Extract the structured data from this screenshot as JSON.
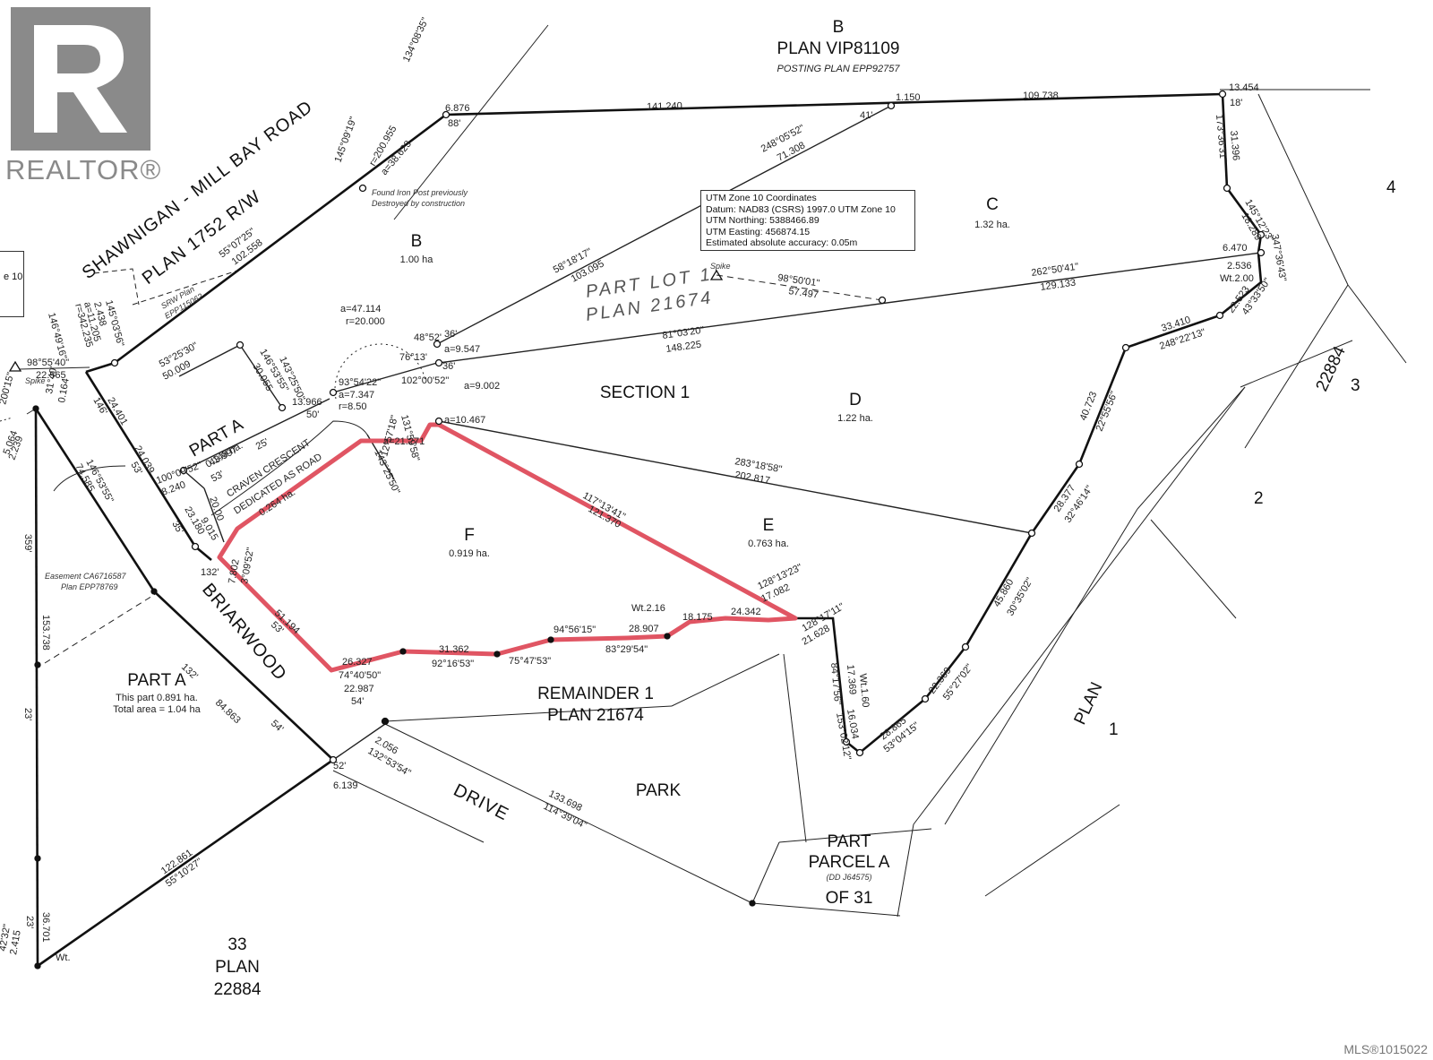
{
  "watermark": {
    "brand": "REALTOR®",
    "logo_letter": "R",
    "mls": "MLS®1015022"
  },
  "colors": {
    "highlight": "#e05563",
    "lines": "#111111",
    "logo": "#8a8a8a"
  },
  "utm": {
    "title": "UTM Zone 10 Coordinates",
    "datum": "Datum: NAD83 (CSRS) 1997.0 UTM Zone 10",
    "northing": "UTM Northing:  5388466.89",
    "easting": "UTM Easting:  456874.15",
    "accuracy": "Estimated absolute accuracy: 0.05m"
  },
  "left_box_text": "e 10",
  "labels": {
    "b_top": "B",
    "plan_vip": "PLAN VIP81109",
    "posting": "POSTING PLAN EPP92757",
    "road1": "SHAWNIGAN - MILL BAY ROAD",
    "road2": "PLAN 1752 R/W",
    "found_post1": "Found Iron Post previously",
    "found_post2": "Destroyed by construction",
    "lot_b": "B",
    "lot_b_area": "1.00 ha",
    "lot_c": "C",
    "lot_c_area": "1.32 ha.",
    "lot_d": "D",
    "lot_d_area": "1.22 ha.",
    "lot_e": "E",
    "lot_e_area": "0.763 ha.",
    "lot_f": "F",
    "lot_f_area": "0.919 ha.",
    "part_lot1": "PART LOT 1",
    "plan_21674": "PLAN  21674",
    "section": "SECTION  1",
    "part_a": "PART A",
    "part_a_area": "0.148 ha.",
    "craven1": "CRAVEN CRESCENT",
    "craven2": "DEDICATED AS ROAD",
    "craven3": "0.264 ha.",
    "srw1": "SRW Plan",
    "srw2": "EPP115062",
    "remainder1": "REMAINDER 1",
    "remainder2": "PLAN 21674",
    "park": "PARK",
    "briarwood": "BRIARWOOD",
    "drive": "DRIVE",
    "part_a2": "PART A",
    "part_a2_line1": "This part 0.891 ha.",
    "part_a2_line2": "Total area = 1.04 ha",
    "easement1": "Easement CA6716587",
    "easement2": "Plan EPP78769",
    "part_parcel1": "PART",
    "part_parcel2": "PARCEL A",
    "part_parcel3": "(DD J64575)",
    "part_parcel4": "OF 31",
    "plan_word": "PLAN",
    "plan_num": "1",
    "lot33_1": "33",
    "lot33_2": "PLAN",
    "lot33_3": "22884",
    "n4": "4",
    "n22884": "22884",
    "n3": "3",
    "n2": "2",
    "spike1": "Spike",
    "spike2": "Spike"
  },
  "dims": {
    "d1": "141.240",
    "d2": "41'",
    "d3": "1.150",
    "d4": "109.738",
    "d5": "13.454",
    "d6": "18'",
    "d7": "6.876",
    "d8": "88'",
    "d9": "134°08'35\"",
    "d10": "145°09'19\"",
    "d11": "r=200.955",
    "d12": "a=38.623",
    "d13": "248°05'52\"",
    "d14": "71.308",
    "d15": "58°18'17\"",
    "d16": "103.095",
    "d17": "55°07'25\"",
    "d18": "102.558",
    "d19": "98°50'01\"",
    "d20": "57.497",
    "d21": "262°50'41\"",
    "d22": "129.133",
    "d23": "81°03'20\"",
    "d24": "148.225",
    "d25": "283°18'58\"",
    "d26": "202.817",
    "d27": "117°13'41\"",
    "d28": "121.370",
    "d29": "173°36'31\"",
    "d30": "31.396",
    "d31": "145°12'23\"",
    "d32": "18.289",
    "d33": "6.470",
    "d34": "2.536",
    "d35": "Wt.2.00",
    "d36": "347°36'43\"",
    "d37": "22.523",
    "d38": "43°33'50\"",
    "d39": "33.410",
    "d40": "248°22'13\"",
    "d41": "40.723",
    "d42": "22°55'56\"",
    "d43": "28.377",
    "d44": "32°46'14\"",
    "d45": "45.860",
    "d46": "30°35'02\"",
    "d47": "22.369",
    "d48": "55°27'02\"",
    "d49": "28.865",
    "d50": "53°04'15\"",
    "d51": "16.034",
    "d52": "153°02'12\"",
    "d53": "17.369",
    "d54": "84°17'56\"",
    "d55": "Wt.1.60",
    "d56": "128°17'11\"",
    "d57": "21.628",
    "d58": "128°13'23\"",
    "d59": "17.082",
    "d60": "24.342",
    "d61": "18.175",
    "d62": "28.907",
    "d63": "Wt.2.16",
    "d64": "94°56'15\"",
    "d65": "83°29'54\"",
    "d66": "75°47'53\"",
    "d67": "31.362",
    "d68": "92°16'53\"",
    "d69": "26.327",
    "d70": "74°40'50\"",
    "d71": "51.194",
    "d72": "53'",
    "d73": "7.802",
    "d74": "3°09'52\"",
    "d75": "132'",
    "d76": "a=47.114",
    "d77": "r=20.000",
    "d78": "36'",
    "d79": "48°52'",
    "d80": "a=9.547",
    "d81": "76°13'",
    "d82": "36'",
    "d83": "102°00'52\"",
    "d84": "a=9.002",
    "d85": "131°59'58\"",
    "d86": "a=10.467",
    "d87": "93°54'22\"",
    "d88": "a=7.347",
    "d89": "r=8.50",
    "d90": "a=21.271",
    "d91": "12°57'18\"",
    "d92": "143°25'50\"",
    "d93": "146°53'55\"",
    "d94": "30.055",
    "d95": "13.966",
    "d96": "50'",
    "d97": "53°25'30\"",
    "d98": "50.009",
    "d99": "143°25'50\"",
    "d100": "43.997",
    "d101": "25'",
    "d102": "53'",
    "d103": "100°09'52\"",
    "d104": "8.240",
    "d105": "20.00",
    "d106": "23.180",
    "d107": "35'",
    "d108": "9.015",
    "d109": "24.401",
    "d110": "146'",
    "d111": "24.039",
    "d112": "53'",
    "d113": "145°03'56\"",
    "d114": "2.438",
    "d115": "a=11.205",
    "d116": "r=342.235",
    "d117": "146°49'16\"",
    "d118": "98°55'40\"",
    "d119": "22.565",
    "d120": "146°53'55\"",
    "d121": "74.585",
    "d122": "31°40'",
    "d123": "0.164",
    "d124": "359'",
    "d125": "153.738",
    "d126": "23'",
    "d127": "36.701",
    "d128": "23'",
    "d129": "122.861",
    "d130": "55°10'27\"",
    "d131": "22.987",
    "d132": "54'",
    "d133": "84.863",
    "d134": "54'",
    "d135": "132'",
    "d136": "2.056",
    "d137": "132°53'54\"",
    "d138": "52'",
    "d139": "6.139",
    "d140": "133.698",
    "d141": "114°39'04\"",
    "d142": "Wt.",
    "d143": "42'32\"",
    "d144": "2.415",
    "d145": "5.064",
    "d146": "2.239",
    "d147": "200'15\""
  }
}
